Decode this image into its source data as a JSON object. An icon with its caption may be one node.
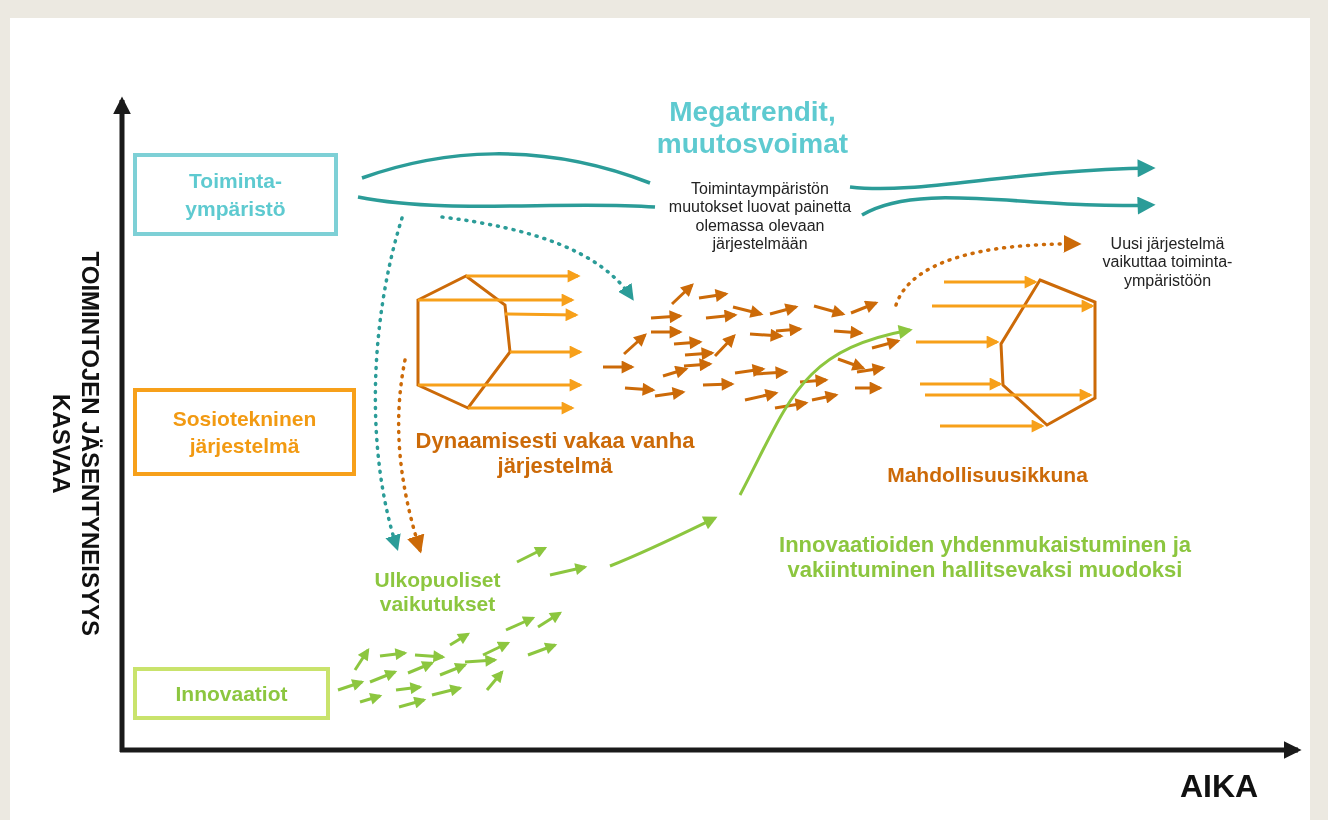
{
  "diagram": {
    "nodes": [
      {
        "text": [
          "Toiminta- ympäristö"
        ]
      },
      {
        "text": [
          "Sosiotekninen järjestelmä"
        ]
      },
      {
        "text": [
          "Innovaatiot"
        ]
      }
    ],
    "labels": [
      "Megatrendit, muutosvoimat",
      "Toimintaympäristön muutokset luovat painetta olemassa olevaan järjestelmään",
      "Uusi järjestelmä vaikuttaa toiminta- ympäristöön",
      "TOIMINTOJEN JÄSENTYNEISYYS KASVAA",
      "Dynaamisesti vakaa vanha järjestelmä",
      "Mahdollisuusikkuna",
      "Ulkopuoliset vaikutukset",
      "Innovaatioiden yhdenmukaistuminen ja vakiintuminen hallitsevaksi muodoksi",
      "AIKA"
    ]
  }
}
